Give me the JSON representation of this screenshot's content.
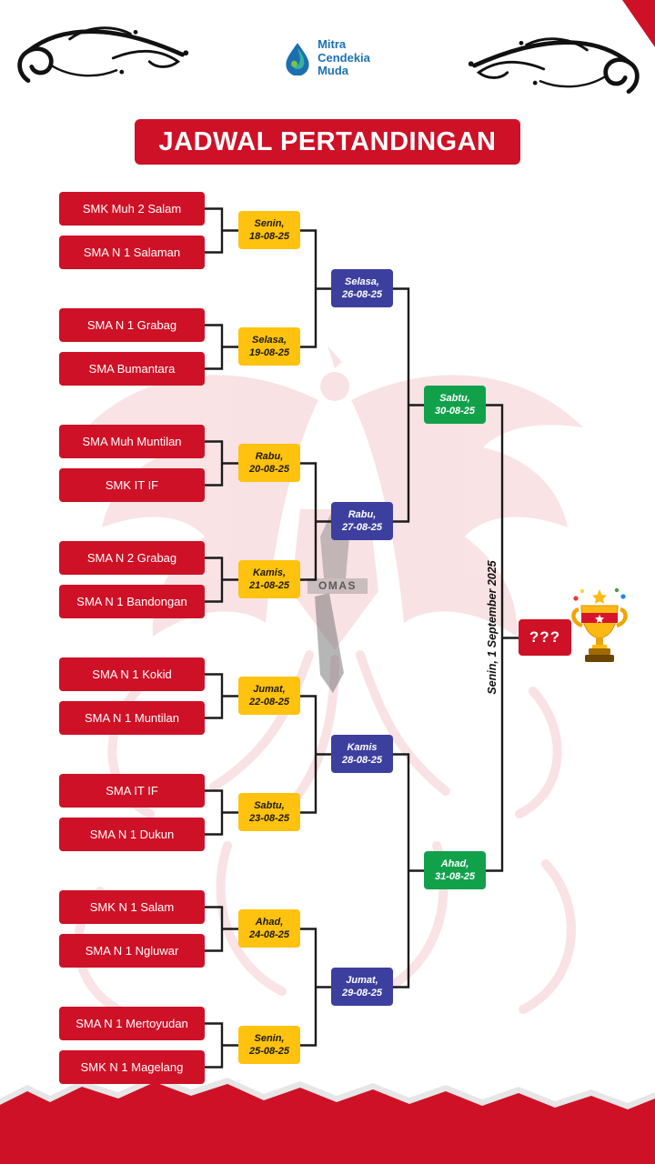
{
  "header": {
    "logo": {
      "lines": [
        "Mitra",
        "Cendekia",
        "Muda"
      ]
    },
    "title": "JADWAL PERTANDINGAN"
  },
  "watermark": {
    "text": "OMAS"
  },
  "colors": {
    "red": "#CE1126",
    "yellow": "#FFC20E",
    "blue": "#3D3F9E",
    "green": "#12A14B"
  },
  "bracket": {
    "teams": [
      "SMK Muh 2 Salam",
      "SMA N 1 Salaman",
      "SMA N 1 Grabag",
      "SMA Bumantara",
      "SMA Muh Muntilan",
      "SMK IT IF",
      "SMA N 2 Grabag",
      "SMA N 1 Bandongan",
      "SMA N 1 Kokid",
      "SMA N 1 Muntilan",
      "SMA IT IF",
      "SMA N 1 Dukun",
      "SMK N 1 Salam",
      "SMA N 1 Ngluwar",
      "SMA N 1 Mertoyudan",
      "SMK N 1 Magelang"
    ],
    "round1": [
      {
        "day": "Senin,",
        "date": "18-08-25"
      },
      {
        "day": "Selasa,",
        "date": "19-08-25"
      },
      {
        "day": "Rabu,",
        "date": "20-08-25"
      },
      {
        "day": "Kamis,",
        "date": "21-08-25"
      },
      {
        "day": "Jumat,",
        "date": "22-08-25"
      },
      {
        "day": "Sabtu,",
        "date": "23-08-25"
      },
      {
        "day": "Ahad,",
        "date": "24-08-25"
      },
      {
        "day": "Senin,",
        "date": "25-08-25"
      }
    ],
    "round2": [
      {
        "day": "Selasa,",
        "date": "26-08-25"
      },
      {
        "day": "Rabu,",
        "date": "27-08-25"
      },
      {
        "day": "Kamis",
        "date": "28-08-25"
      },
      {
        "day": "Jumat,",
        "date": "29-08-25"
      }
    ],
    "semifinal": [
      {
        "day": "Sabtu,",
        "date": "30-08-25"
      },
      {
        "day": "Ahad,",
        "date": "31-08-25"
      }
    ],
    "final": {
      "schedule": "Senin, 1 September 2025",
      "champion": "???"
    }
  }
}
